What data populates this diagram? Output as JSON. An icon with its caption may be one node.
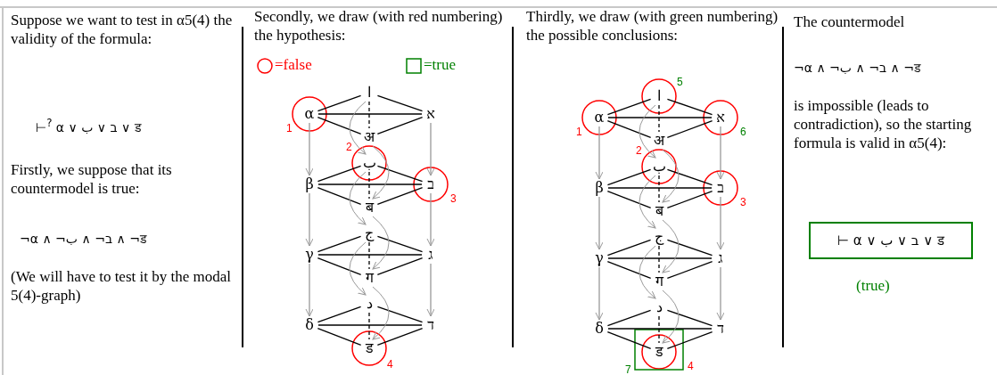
{
  "diagram": {
    "nodes": [
      {
        "text": [
          "ا"
        ]
      },
      {
        "text": [
          "α"
        ],
        "beside": [
          "1"
        ]
      },
      {
        "text": [
          "א"
        ]
      },
      {
        "text": [
          "अ"
        ]
      },
      {
        "text": [
          "ب"
        ],
        "beside": [
          "2"
        ]
      },
      {
        "text": [
          "β"
        ]
      },
      {
        "text": [
          "ב"
        ],
        "beside": [
          "3"
        ]
      },
      {
        "text": [
          "ब"
        ]
      },
      {
        "text": [
          "ج"
        ]
      },
      {
        "text": [
          "γ"
        ]
      },
      {
        "text": [
          "ג"
        ]
      },
      {
        "text": [
          "ग"
        ]
      },
      {
        "text": [
          "د"
        ]
      },
      {
        "text": [
          "δ"
        ]
      },
      {
        "text": [
          "ד"
        ]
      },
      {
        "text": [
          "ड"
        ],
        "beside": [
          "4"
        ]
      },
      {
        "text": [
          "ا"
        ],
        "beside": [
          "5"
        ]
      },
      {
        "text": [
          "α"
        ],
        "beside": [
          "1"
        ]
      },
      {
        "text": [
          "א"
        ],
        "beside": [
          "6"
        ]
      },
      {
        "text": [
          "अ"
        ]
      },
      {
        "text": [
          "ب"
        ],
        "beside": [
          "2"
        ]
      },
      {
        "text": [
          "β"
        ]
      },
      {
        "text": [
          "ב"
        ],
        "beside": [
          "3"
        ]
      },
      {
        "text": [
          "ब"
        ]
      },
      {
        "text": [
          "ج"
        ]
      },
      {
        "text": [
          "γ"
        ]
      },
      {
        "text": [
          "ג"
        ]
      },
      {
        "text": [
          "ग"
        ]
      },
      {
        "text": [
          "د"
        ]
      },
      {
        "text": [
          "δ"
        ]
      },
      {
        "text": [
          "ד"
        ]
      },
      {
        "text": [
          "ड"
        ],
        "beside": [
          "7",
          "4"
        ]
      },
      {
        "text": [
          "⊢ α ∨ ب ∨ ב ∨ ड"
        ]
      }
    ],
    "edges": [
      {
        "from": 1,
        "to": 2,
        "arrow": "none"
      },
      {
        "from": 0,
        "to": 1,
        "arrow": "none"
      },
      {
        "from": 0,
        "to": 2,
        "arrow": "none"
      },
      {
        "from": 1,
        "to": 3,
        "arrow": "none"
      },
      {
        "from": 2,
        "to": 3,
        "arrow": "none"
      },
      {
        "from": 0,
        "to": 3,
        "arrow": "none",
        "style": "dashed"
      },
      {
        "from": 5,
        "to": 6,
        "arrow": "none"
      },
      {
        "from": 4,
        "to": 5,
        "arrow": "none"
      },
      {
        "from": 4,
        "to": 6,
        "arrow": "none"
      },
      {
        "from": 5,
        "to": 7,
        "arrow": "none"
      },
      {
        "from": 6,
        "to": 7,
        "arrow": "none"
      },
      {
        "from": 4,
        "to": 7,
        "arrow": "none",
        "style": "dashed"
      },
      {
        "from": 9,
        "to": 10,
        "arrow": "none"
      },
      {
        "from": 8,
        "to": 9,
        "arrow": "none"
      },
      {
        "from": 8,
        "to": 10,
        "arrow": "none"
      },
      {
        "from": 9,
        "to": 11,
        "arrow": "none"
      },
      {
        "from": 10,
        "to": 11,
        "arrow": "none"
      },
      {
        "from": 8,
        "to": 11,
        "arrow": "none",
        "style": "dashed"
      },
      {
        "from": 13,
        "to": 14,
        "arrow": "none"
      },
      {
        "from": 12,
        "to": 13,
        "arrow": "none"
      },
      {
        "from": 12,
        "to": 14,
        "arrow": "none"
      },
      {
        "from": 13,
        "to": 15,
        "arrow": "none"
      },
      {
        "from": 14,
        "to": 15,
        "arrow": "none"
      },
      {
        "from": 12,
        "to": 15,
        "arrow": "none",
        "style": "dashed"
      },
      {
        "from": 1,
        "to": 5,
        "arrow": "to",
        "color": "#999999"
      },
      {
        "from": 5,
        "to": 9,
        "arrow": "to",
        "color": "#999999"
      },
      {
        "from": 9,
        "to": 13,
        "arrow": "to",
        "color": "#999999"
      },
      {
        "from": 2,
        "to": 6,
        "arrow": "to",
        "color": "#999999"
      },
      {
        "from": 6,
        "to": 10,
        "arrow": "to",
        "color": "#999999"
      },
      {
        "from": 10,
        "to": 14,
        "arrow": "to",
        "color": "#999999"
      },
      {
        "from": 0,
        "to": 4,
        "arrow": "to",
        "color": "#999999"
      },
      {
        "from": 4,
        "to": 8,
        "arrow": "to",
        "color": "#999999"
      },
      {
        "from": 8,
        "to": 12,
        "arrow": "to",
        "color": "#999999"
      },
      {
        "from": 3,
        "to": 7,
        "arrow": "to",
        "color": "#999999"
      },
      {
        "from": 7,
        "to": 11,
        "arrow": "to",
        "color": "#999999"
      },
      {
        "from": 11,
        "to": 15,
        "arrow": "to",
        "color": "#999999"
      },
      {
        "from": 17,
        "to": 18,
        "arrow": "none"
      },
      {
        "from": 16,
        "to": 17,
        "arrow": "none"
      },
      {
        "from": 16,
        "to": 18,
        "arrow": "none"
      },
      {
        "from": 17,
        "to": 19,
        "arrow": "none"
      },
      {
        "from": 18,
        "to": 19,
        "arrow": "none"
      },
      {
        "from": 16,
        "to": 19,
        "arrow": "none",
        "style": "dashed"
      },
      {
        "from": 21,
        "to": 22,
        "arrow": "none"
      },
      {
        "from": 20,
        "to": 21,
        "arrow": "none"
      },
      {
        "from": 20,
        "to": 22,
        "arrow": "none"
      },
      {
        "from": 21,
        "to": 23,
        "arrow": "none"
      },
      {
        "from": 22,
        "to": 23,
        "arrow": "none"
      },
      {
        "from": 20,
        "to": 23,
        "arrow": "none",
        "style": "dashed"
      },
      {
        "from": 25,
        "to": 26,
        "arrow": "none"
      },
      {
        "from": 24,
        "to": 25,
        "arrow": "none"
      },
      {
        "from": 24,
        "to": 26,
        "arrow": "none"
      },
      {
        "from": 25,
        "to": 27,
        "arrow": "none"
      },
      {
        "from": 26,
        "to": 27,
        "arrow": "none"
      },
      {
        "from": 24,
        "to": 27,
        "arrow": "none",
        "style": "dashed"
      },
      {
        "from": 29,
        "to": 30,
        "arrow": "none"
      },
      {
        "from": 28,
        "to": 29,
        "arrow": "none"
      },
      {
        "from": 28,
        "to": 30,
        "arrow": "none"
      },
      {
        "from": 29,
        "to": 31,
        "arrow": "none"
      },
      {
        "from": 30,
        "to": 31,
        "arrow": "none"
      },
      {
        "from": 28,
        "to": 31,
        "arrow": "none",
        "style": "dashed"
      },
      {
        "from": 17,
        "to": 21,
        "arrow": "to",
        "color": "#999999"
      },
      {
        "from": 21,
        "to": 25,
        "arrow": "to",
        "color": "#999999"
      },
      {
        "from": 25,
        "to": 29,
        "arrow": "to",
        "color": "#999999"
      },
      {
        "from": 18,
        "to": 22,
        "arrow": "to",
        "color": "#999999"
      },
      {
        "from": 22,
        "to": 26,
        "arrow": "to",
        "color": "#999999"
      },
      {
        "from": 26,
        "to": 30,
        "arrow": "to",
        "color": "#999999"
      },
      {
        "from": 16,
        "to": 20,
        "arrow": "to",
        "color": "#999999"
      },
      {
        "from": 20,
        "to": 24,
        "arrow": "to",
        "color": "#999999"
      },
      {
        "from": 24,
        "to": 28,
        "arrow": "to",
        "color": "#999999"
      },
      {
        "from": 19,
        "to": 23,
        "arrow": "to",
        "color": "#999999"
      },
      {
        "from": 23,
        "to": 27,
        "arrow": "to",
        "color": "#999999"
      },
      {
        "from": 27,
        "to": 31,
        "arrow": "to",
        "color": "#999999"
      }
    ],
    "labels": [
      "Suppose we want to test in α5(4) the validity of the formula:",
      "⊢$^{?}$ α ∨ ب ∨ ב ∨ ड",
      "Firstly, we suppose that its countermodel is true:",
      "¬α ∧ ¬ب ∧ ¬ב ∧ ¬ड",
      "(We will have to test it by the modal 5(4)-graph)",
      "Secondly, we draw (with red numbering) the hypothesis:",
      "Thirdly, we draw (with green numbering) the possible conclusions:",
      "The countermodel",
      "¬α ∧ ¬ب ∧ ¬ב ∧ ¬ड",
      "is impossible (leads to contradiction), so the starting formula is valid in α5(4):",
      "(true)"
    ],
    "legend": [
      {
        "text": "=false"
      },
      {
        "text": "=true"
      }
    ]
  }
}
